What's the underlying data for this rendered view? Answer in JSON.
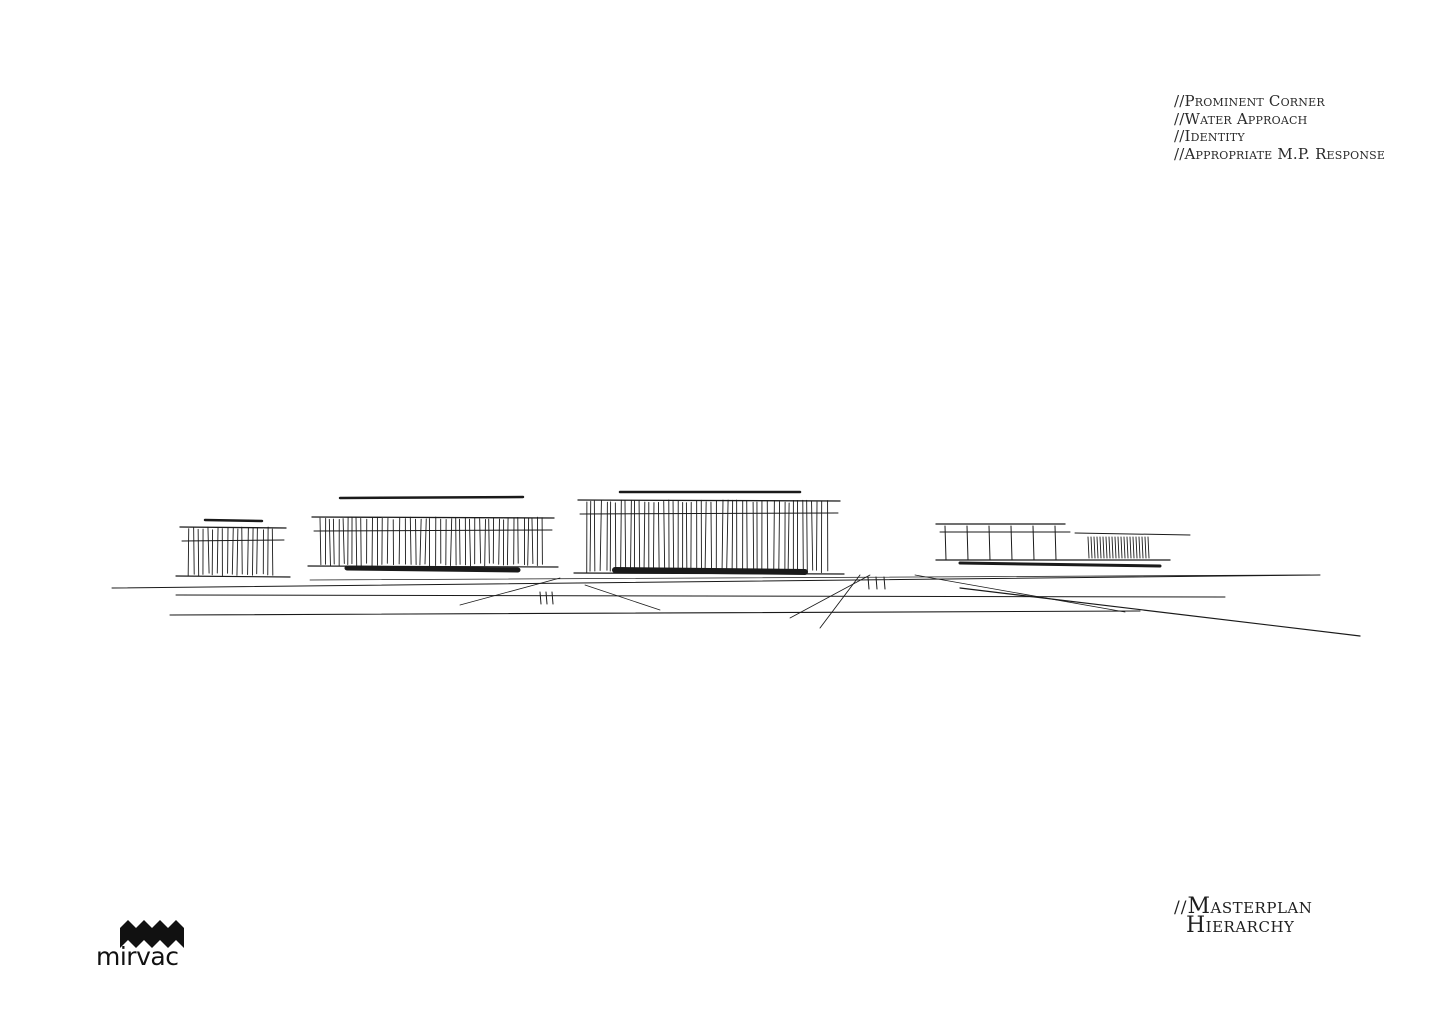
{
  "notes": {
    "items": [
      "//Prominent Corner",
      "//Water Approach",
      "//Identity",
      "//Appropriate M.P. Response"
    ]
  },
  "title": {
    "prefix": "//",
    "line1": "Masterplan",
    "line2": "Hierarchy"
  },
  "logo": {
    "wordmark": "mirvac"
  },
  "colors": {
    "ink": "#1a1a1a",
    "paper": "#ffffff"
  }
}
